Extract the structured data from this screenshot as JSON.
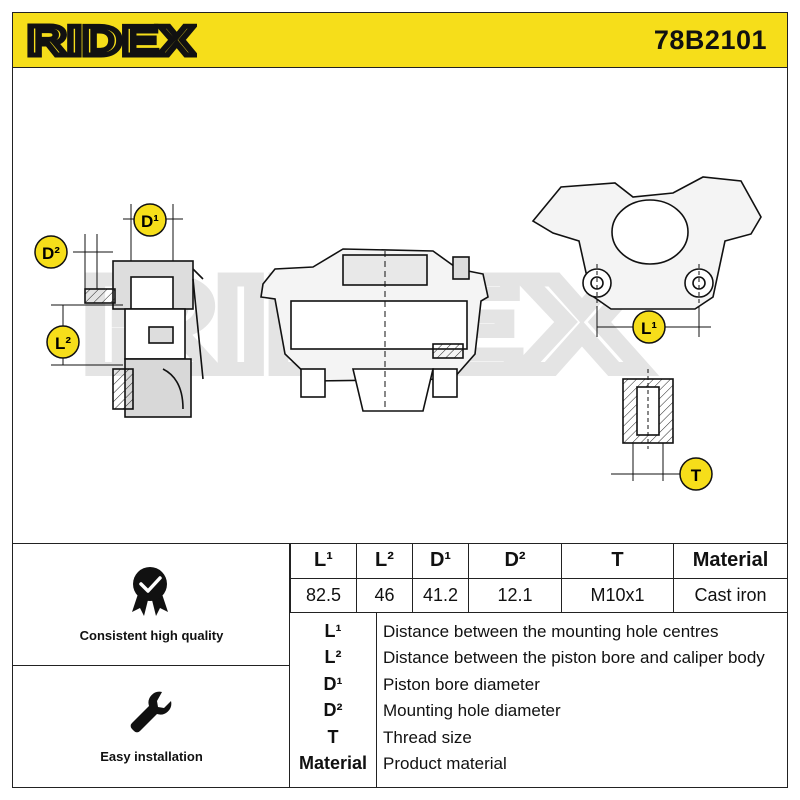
{
  "header": {
    "brand": "RIDEX",
    "part_number": "78B2101",
    "accent_color": "#f6de1a"
  },
  "drawing": {
    "watermark": "RIDEX",
    "labels": {
      "d1": "D¹",
      "d2": "D²",
      "l2": "L²",
      "l1": "L¹",
      "t": "T"
    }
  },
  "features": [
    {
      "label": "Consistent high quality",
      "icon": "quality-badge-icon"
    },
    {
      "label": "Easy installation",
      "icon": "wrench-icon"
    }
  ],
  "specs_table": {
    "headers": [
      "L¹",
      "L²",
      "D¹",
      "D²",
      "T",
      "Material"
    ],
    "values": [
      "82.5",
      "46",
      "41.2",
      "12.1",
      "M10x1",
      "Cast iron"
    ]
  },
  "legend": [
    {
      "symbol": "L¹",
      "description": "Distance between the mounting hole centres"
    },
    {
      "symbol": "L²",
      "description": "Distance between the piston bore and caliper body"
    },
    {
      "symbol": "D¹",
      "description": "Piston bore diameter"
    },
    {
      "symbol": "D²",
      "description": "Mounting hole diameter"
    },
    {
      "symbol": "T",
      "description": "Thread size"
    },
    {
      "symbol": "Material",
      "description": "Product material"
    }
  ]
}
